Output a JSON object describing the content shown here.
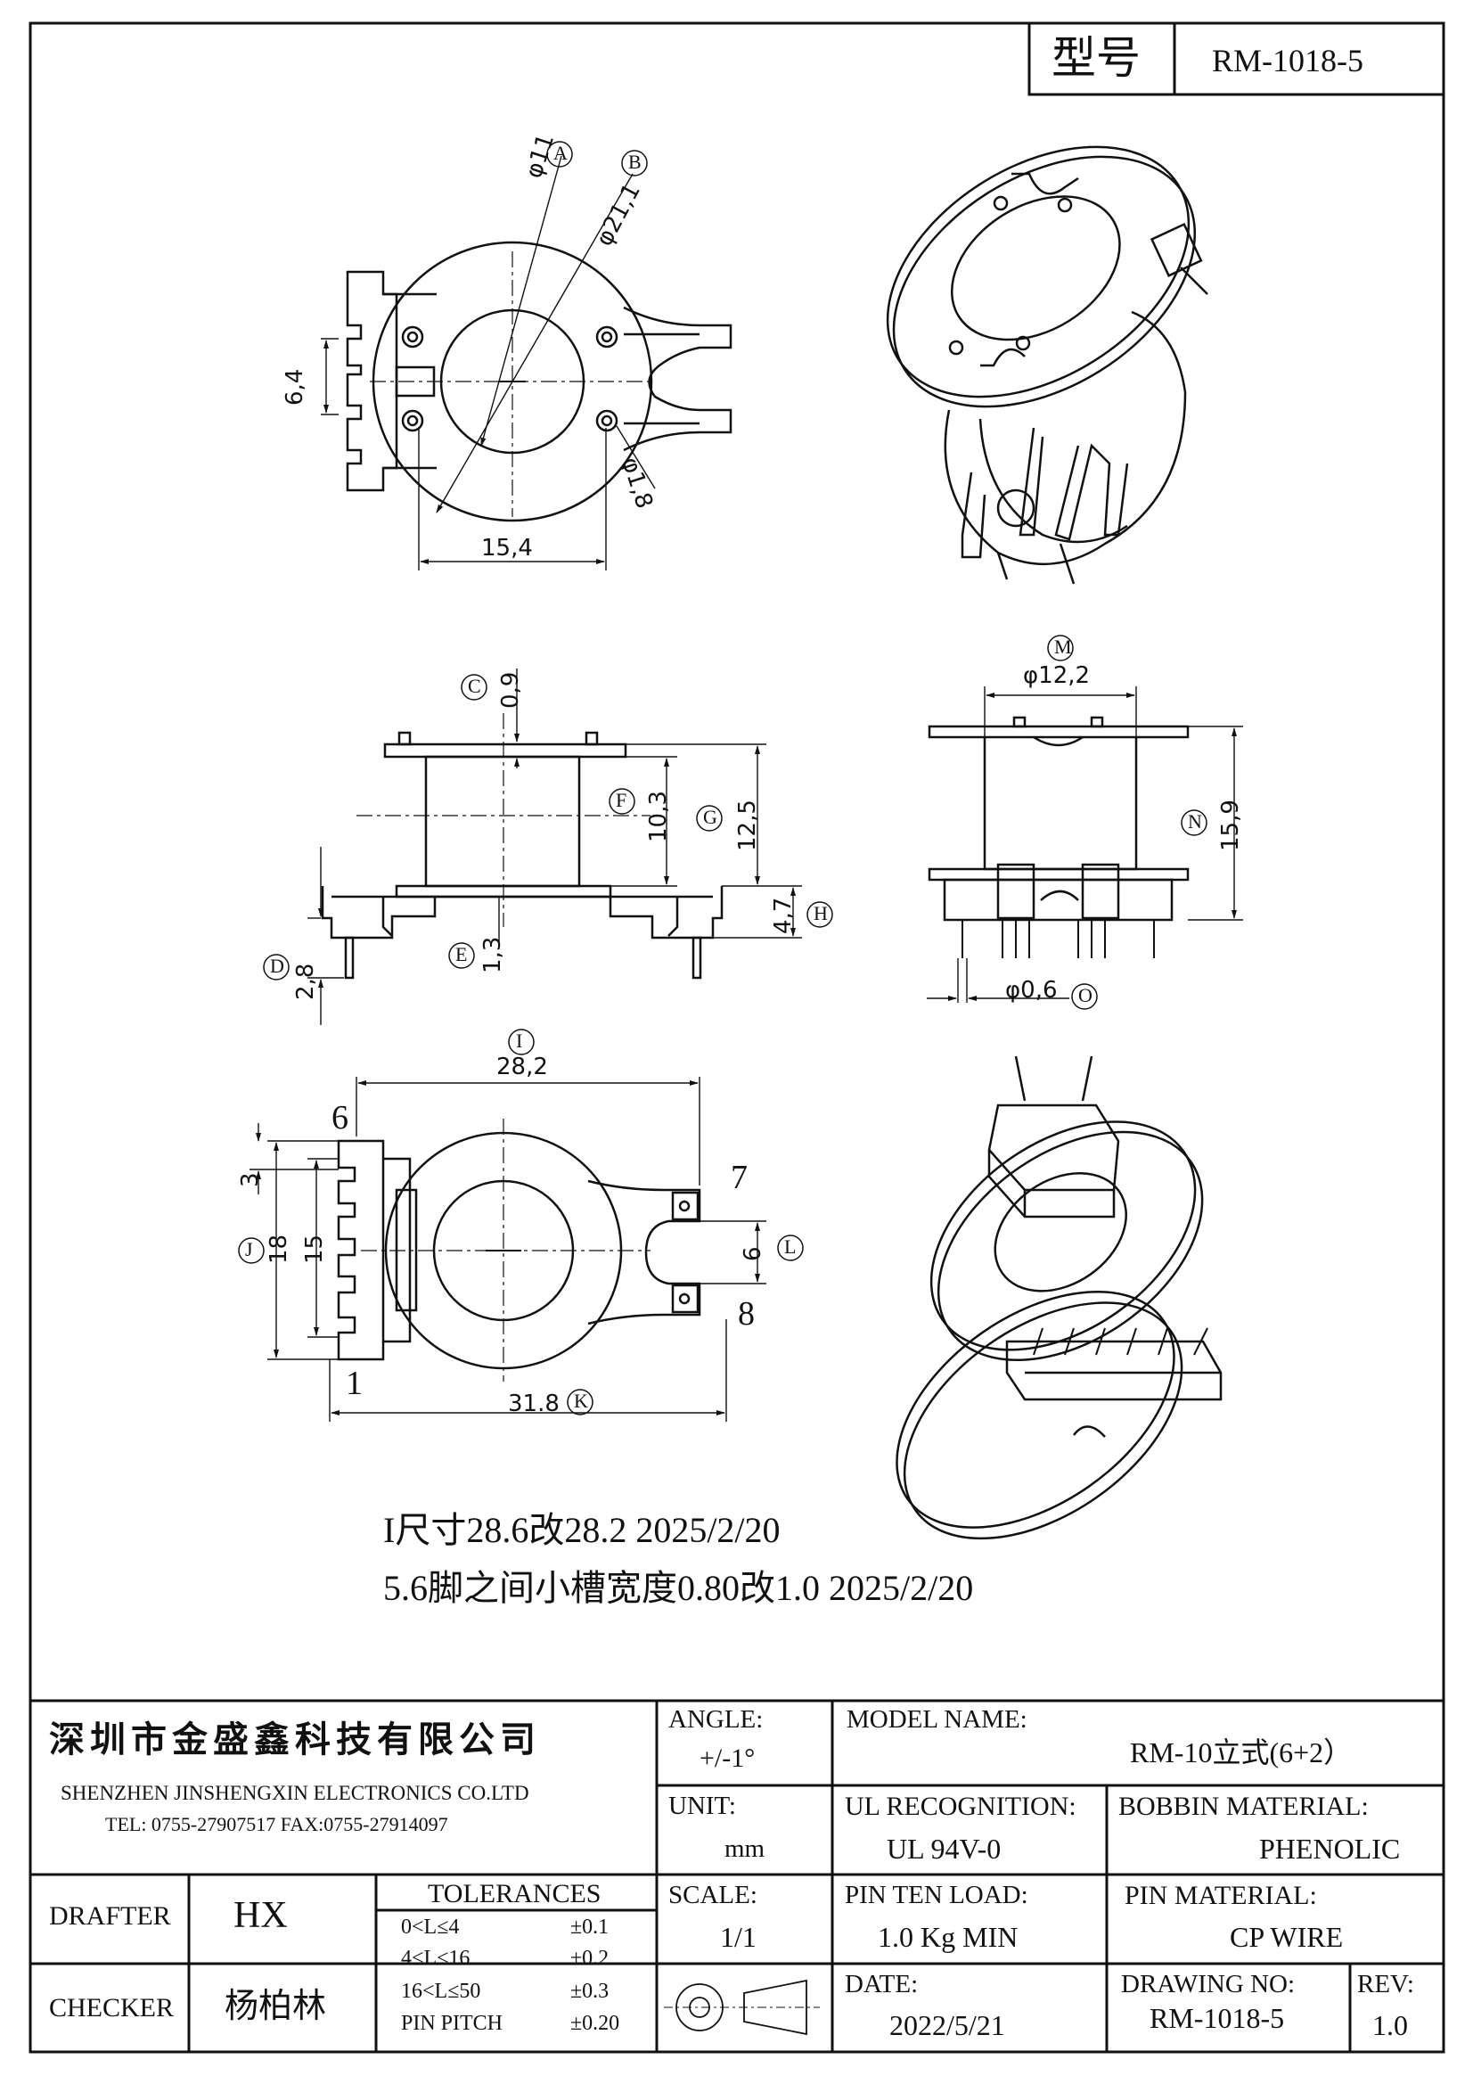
{
  "header": {
    "model_label": "型号",
    "model_value": "RM-1018-5"
  },
  "dimensions": {
    "A": {
      "circle": "A",
      "value": "φ11"
    },
    "B": {
      "circle": "B",
      "value": "φ21,1"
    },
    "C": {
      "circle": "C",
      "value": "0,9"
    },
    "D": {
      "circle": "D",
      "value": "2,8"
    },
    "E": {
      "circle": "E",
      "value": "1,3"
    },
    "F": {
      "circle": "F",
      "value": "10,3"
    },
    "G": {
      "circle": "G",
      "value": "12,5"
    },
    "H": {
      "circle": "H",
      "value": "4,7"
    },
    "I": {
      "circle": "I",
      "value": "28,2"
    },
    "J": {
      "circle": "J",
      "value": "18"
    },
    "K": {
      "circle": "K",
      "value": "31.8"
    },
    "L": {
      "circle": "L",
      "value": "6"
    },
    "M": {
      "circle": "M",
      "value": "φ12,2"
    },
    "N": {
      "circle": "N",
      "value": "15,9"
    },
    "O": {
      "circle": "O",
      "value": "φ0,6"
    },
    "top_h": "6,4",
    "top_w": "15,4",
    "hole": "φ1,8",
    "pitch": "3",
    "span": "15"
  },
  "pins": {
    "p1": "1",
    "p6": "6",
    "p7": "7",
    "p8": "8"
  },
  "notes": [
    "I尺寸28.6改28.2 2025/2/20",
    "5.6脚之间小槽宽度0.80改1.0 2025/2/20"
  ],
  "title_block": {
    "company_cn": "深圳市金盛鑫科技有限公司",
    "company_en": "SHENZHEN JINSHENGXIN ELECTRONICS CO.LTD",
    "contact": "TEL: 0755-27907517 FAX:0755-27914097",
    "angle_label": "ANGLE:",
    "angle_value": "+/-1°",
    "model_name_label": "MODEL NAME:",
    "model_name_value": "RM-10立式(6+2）",
    "unit_label": "UNIT:",
    "unit_value": "mm",
    "ul_label": "UL RECOGNITION:",
    "ul_value": "UL 94V-0",
    "bobbin_label": "BOBBIN MATERIAL:",
    "bobbin_value": "PHENOLIC",
    "drafter_label": "DRAFTER",
    "drafter_value": "HX",
    "checker_label": "CHECKER",
    "checker_value": "杨柏林",
    "tolerances_label": "TOLERANCES",
    "tolerances": [
      {
        "range": "0<L≤4",
        "tol": "±0.1"
      },
      {
        "range": "4<L≤16",
        "tol": "±0.2"
      },
      {
        "range": "16<L≤50",
        "tol": "±0.3"
      },
      {
        "range": "PIN PITCH",
        "tol": "±0.20"
      }
    ],
    "scale_label": "SCALE:",
    "scale_value": "1/1",
    "pin_load_label": "PIN TEN LOAD:",
    "pin_load_value": "1.0 Kg MIN",
    "pin_material_label": "PIN MATERIAL:",
    "pin_material_value": "CP WIRE",
    "date_label": "DATE:",
    "date_value": "2022/5/21",
    "drawing_no_label": "DRAWING NO:",
    "drawing_no_value": "RM-1018-5",
    "rev_label": "REV:",
    "rev_value": "1.0"
  }
}
